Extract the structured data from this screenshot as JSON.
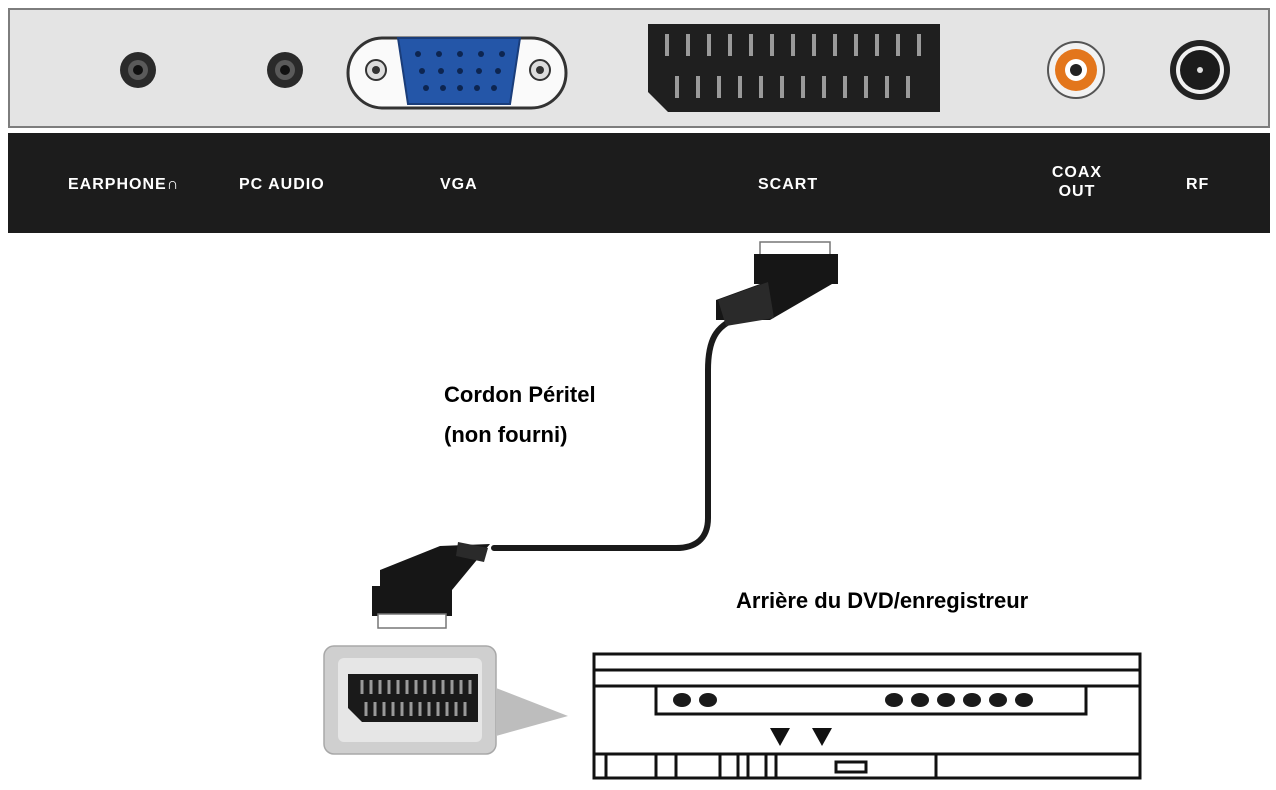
{
  "ports": [
    {
      "id": "earphone",
      "label": "EARPHONE",
      "icon": "headphone-icon"
    },
    {
      "id": "pc-audio",
      "label": "PC AUDIO"
    },
    {
      "id": "vga",
      "label": "VGA"
    },
    {
      "id": "scart",
      "label": "SCART"
    },
    {
      "id": "coax-out",
      "label_line1": "COAX",
      "label_line2": "OUT"
    },
    {
      "id": "rf",
      "label": "RF"
    }
  ],
  "captions": {
    "cable_line1": "Cordon Péritel",
    "cable_line2": "(non fourni)",
    "device": "Arrière du DVD/enregistreur"
  },
  "colors": {
    "panel": "#e4e4e4",
    "strip": "#1c1c1c",
    "vga_blue": "#2456a8",
    "coax_orange": "#e3761c"
  }
}
